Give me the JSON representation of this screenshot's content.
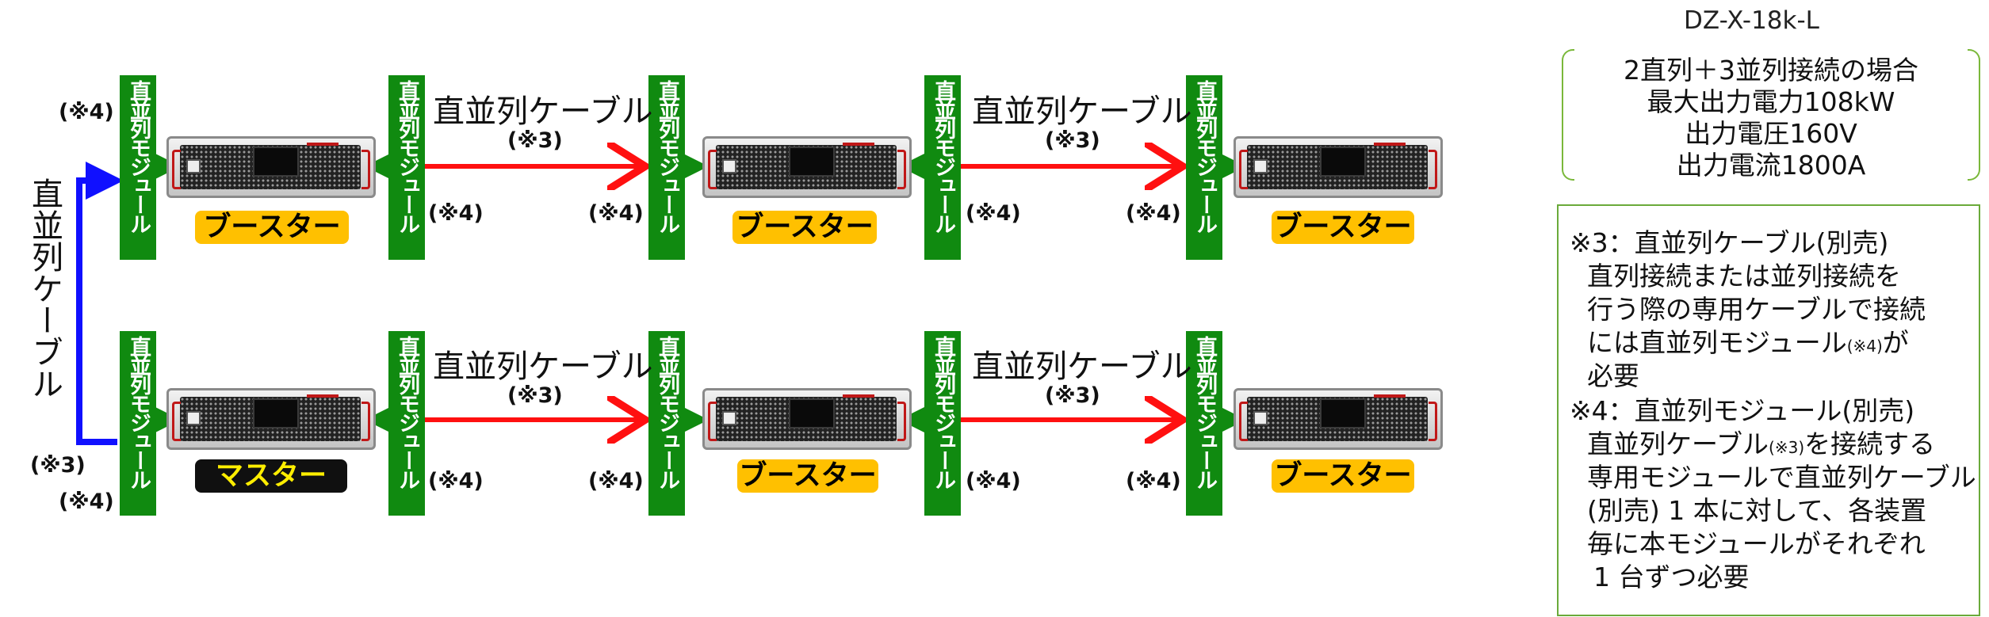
{
  "module_label": "直並列モジュール",
  "cable_label": "直並列ケーブル",
  "ref3": "(※3)",
  "ref4": "(※4)",
  "booster_label": "ブースター",
  "master_label": "マスター",
  "side_label": "直並列ケーブル",
  "model": "DZ-X-18k-L",
  "spec": {
    "line1": "2直列＋3並列接続の場合",
    "line2": "最大出力電力108kW",
    "line3": "出力電圧160V",
    "line4": "出力電流1800A"
  },
  "notes": {
    "n3_title": "※3：直並列ケーブル(別売)",
    "n3_l1": "直列接続または並列接続を",
    "n3_l2": "行う際の専用ケーブルで接続",
    "n3_l3a": "には直並列モジュール",
    "n3_l3_small": "(※4)",
    "n3_l3b": "が",
    "n3_l4": "必要",
    "n4_title": "※4：直並列モジュール(別売)",
    "n4_l1a": "直並列ケーブル",
    "n4_l1_small": "(※3)",
    "n4_l1b": "を接続する",
    "n4_l2": "専用モジュールで直並列ケーブル",
    "n4_l3": "(別売) 1 本に対して、各装置",
    "n4_l4": "毎に本モジュールがそれぞれ",
    "n4_l5": "1 台ずつ必要"
  },
  "colors": {
    "module": "#108a10",
    "cable_arrow": "#ff1010",
    "side_arrow": "#1010ff",
    "booster_tag": "#ffc000",
    "master_tag": "#101010",
    "master_text": "#ffee00"
  }
}
